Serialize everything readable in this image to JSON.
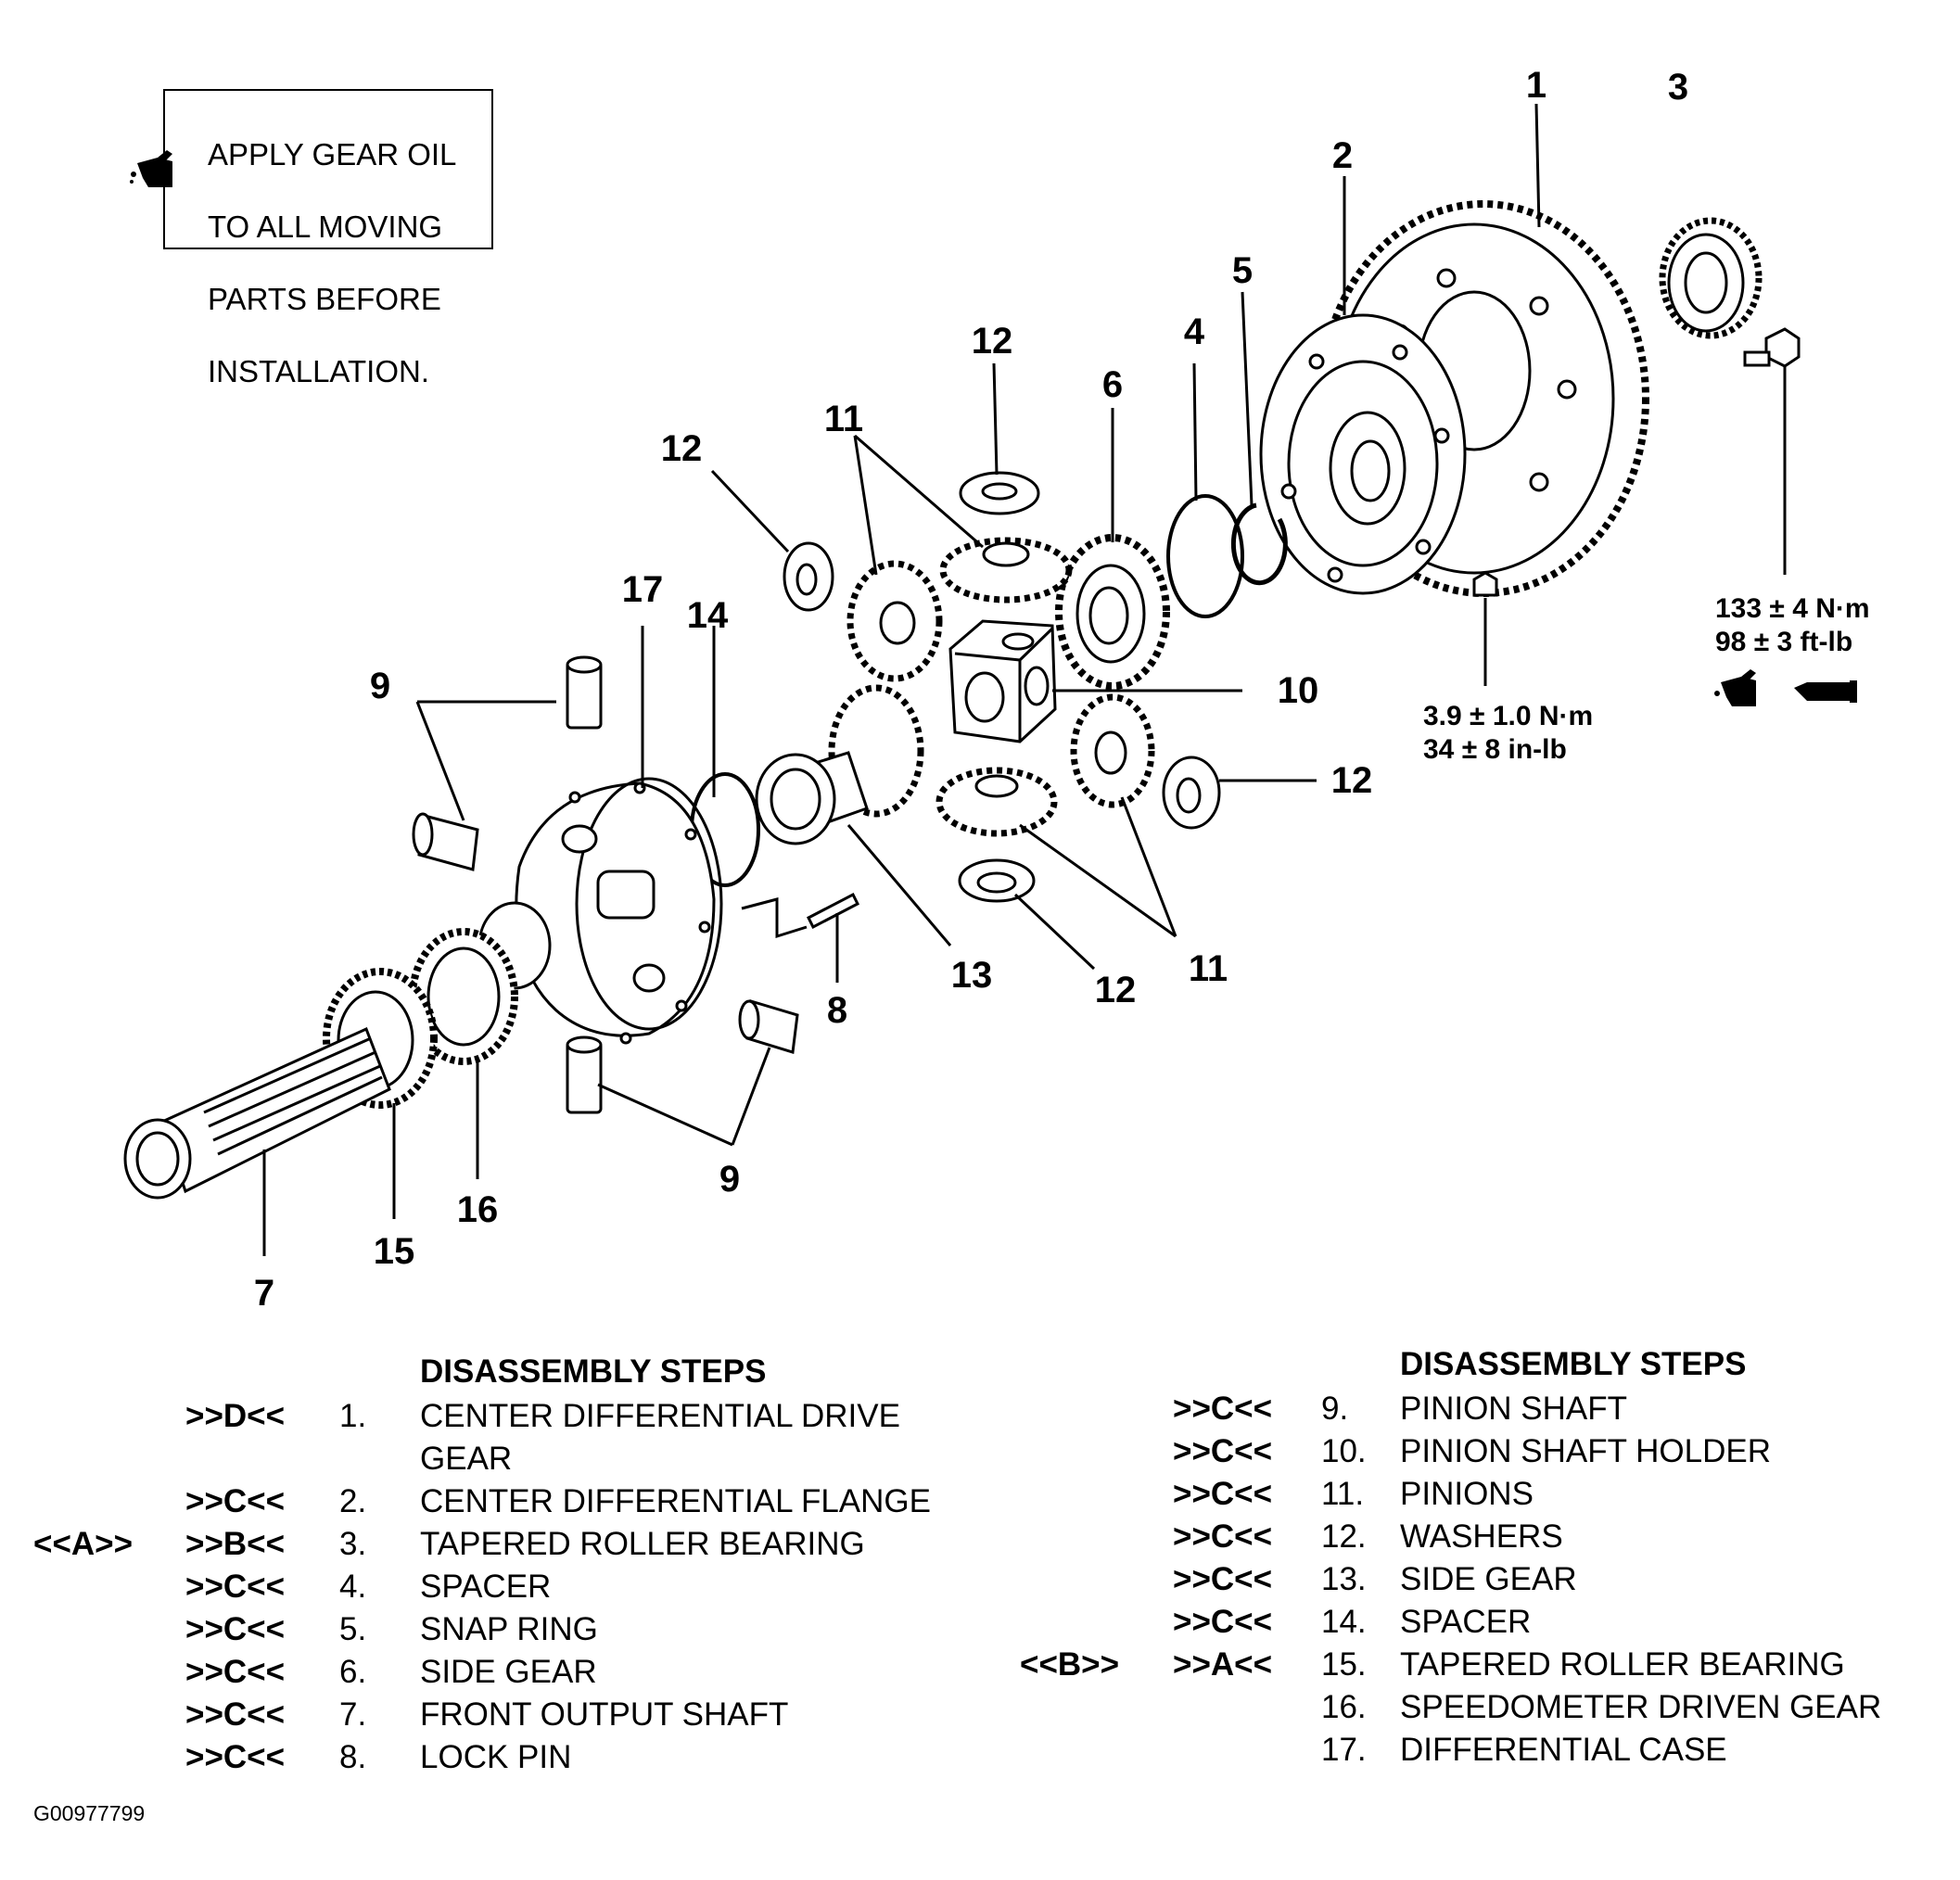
{
  "note": {
    "lines": [
      "APPLY GEAR OIL",
      "TO ALL MOVING",
      "PARTS BEFORE",
      "INSTALLATION."
    ],
    "icon": "oil-can-icon"
  },
  "callouts": {
    "n1": "1",
    "n2": "2",
    "n3": "3",
    "n4": "4",
    "n5": "5",
    "n6": "6",
    "n7": "7",
    "n8": "8",
    "n9a": "9",
    "n9b": "9",
    "n10": "10",
    "n11a": "11",
    "n11b": "11",
    "n12a": "12",
    "n12b": "12",
    "n12c": "12",
    "n12d": "12",
    "n13": "13",
    "n14": "14",
    "n15": "15",
    "n16": "16",
    "n17": "17"
  },
  "torque": {
    "main_bolt": [
      "133 ± 4 N·m",
      "98 ± 3 ft-lb"
    ],
    "small_bolt": [
      "3.9 ± 1.0 N·m",
      "34 ± 8 in-lb"
    ],
    "main_bolt_icons": [
      "oil-can-icon",
      "sealant-tube-icon"
    ]
  },
  "steps_left": {
    "title": "DISASSEMBLY STEPS",
    "rows": [
      {
        "ref": "",
        "op": ">>D<<",
        "num": "1.",
        "name": "CENTER DIFFERENTIAL DRIVE"
      },
      {
        "ref": "",
        "op": "",
        "num": "",
        "name": "GEAR"
      },
      {
        "ref": "",
        "op": ">>C<<",
        "num": "2.",
        "name": "CENTER DIFFERENTIAL FLANGE"
      },
      {
        "ref": "<<A>>",
        "op": ">>B<<",
        "num": "3.",
        "name": "TAPERED ROLLER BEARING"
      },
      {
        "ref": "",
        "op": ">>C<<",
        "num": "4.",
        "name": "SPACER"
      },
      {
        "ref": "",
        "op": ">>C<<",
        "num": "5.",
        "name": "SNAP RING"
      },
      {
        "ref": "",
        "op": ">>C<<",
        "num": "6.",
        "name": "SIDE GEAR"
      },
      {
        "ref": "",
        "op": ">>C<<",
        "num": "7.",
        "name": "FRONT OUTPUT SHAFT"
      },
      {
        "ref": "",
        "op": ">>C<<",
        "num": "8.",
        "name": "LOCK PIN"
      }
    ]
  },
  "steps_right": {
    "title": "DISASSEMBLY STEPS",
    "rows": [
      {
        "ref": "",
        "op": ">>C<<",
        "num": "9.",
        "name": "PINION SHAFT"
      },
      {
        "ref": "",
        "op": ">>C<<",
        "num": "10.",
        "name": "PINION SHAFT HOLDER"
      },
      {
        "ref": "",
        "op": ">>C<<",
        "num": "11.",
        "name": "PINIONS"
      },
      {
        "ref": "",
        "op": ">>C<<",
        "num": "12.",
        "name": "WASHERS"
      },
      {
        "ref": "",
        "op": ">>C<<",
        "num": "13.",
        "name": "SIDE GEAR"
      },
      {
        "ref": "",
        "op": ">>C<<",
        "num": "14.",
        "name": "SPACER"
      },
      {
        "ref": "<<B>>",
        "op": ">>A<<",
        "num": "15.",
        "name": "TAPERED ROLLER BEARING"
      },
      {
        "ref": "",
        "op": "",
        "num": "16.",
        "name": "SPEEDOMETER DRIVEN GEAR"
      },
      {
        "ref": "",
        "op": "",
        "num": "17.",
        "name": "DIFFERENTIAL CASE"
      }
    ]
  },
  "figure_code": "G00977799"
}
